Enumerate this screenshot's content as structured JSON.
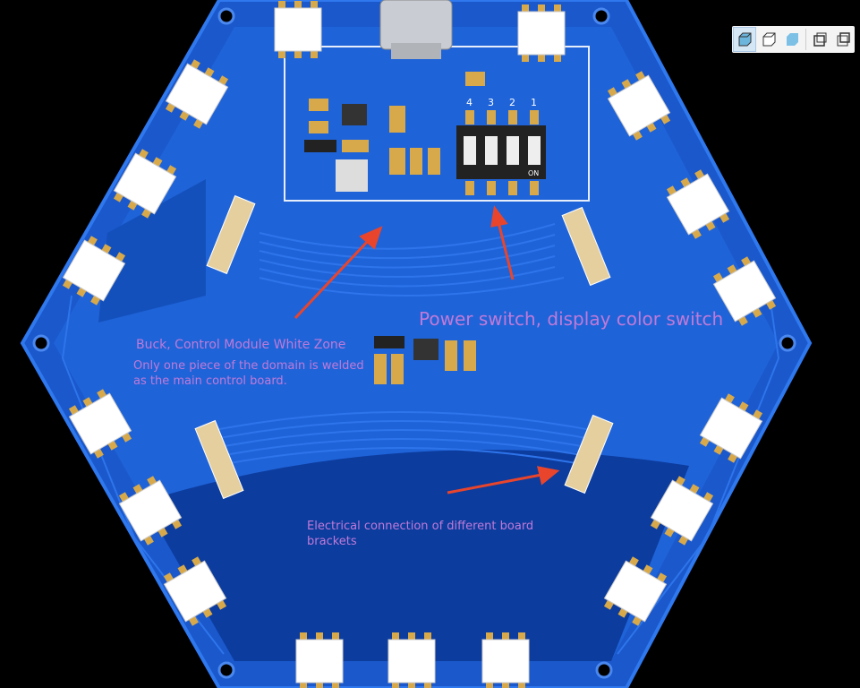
{
  "annotations": {
    "buck_zone": "Buck, Control Module White Zone",
    "weld_note_line1": "Only one piece of the domain is welded",
    "weld_note_line2": "as the main control board.",
    "power_switch": "Power switch, display color switch",
    "electrical_line1": "Electrical connection of different board",
    "electrical_line2": "brackets"
  },
  "dip_switch": {
    "labels": [
      "4",
      "3",
      "2",
      "1"
    ],
    "on_label": "ON"
  },
  "toolbar": {
    "buttons": [
      "shaded-cube-view",
      "wireframe-cube-view",
      "solid-cube-view",
      "front-box-view",
      "back-box-view"
    ],
    "active": 0
  },
  "colors": {
    "board": "#1f63d8",
    "board_dark": "#0c3c9e",
    "annotation": "#c07ad8",
    "arrow": "#e8452c"
  }
}
